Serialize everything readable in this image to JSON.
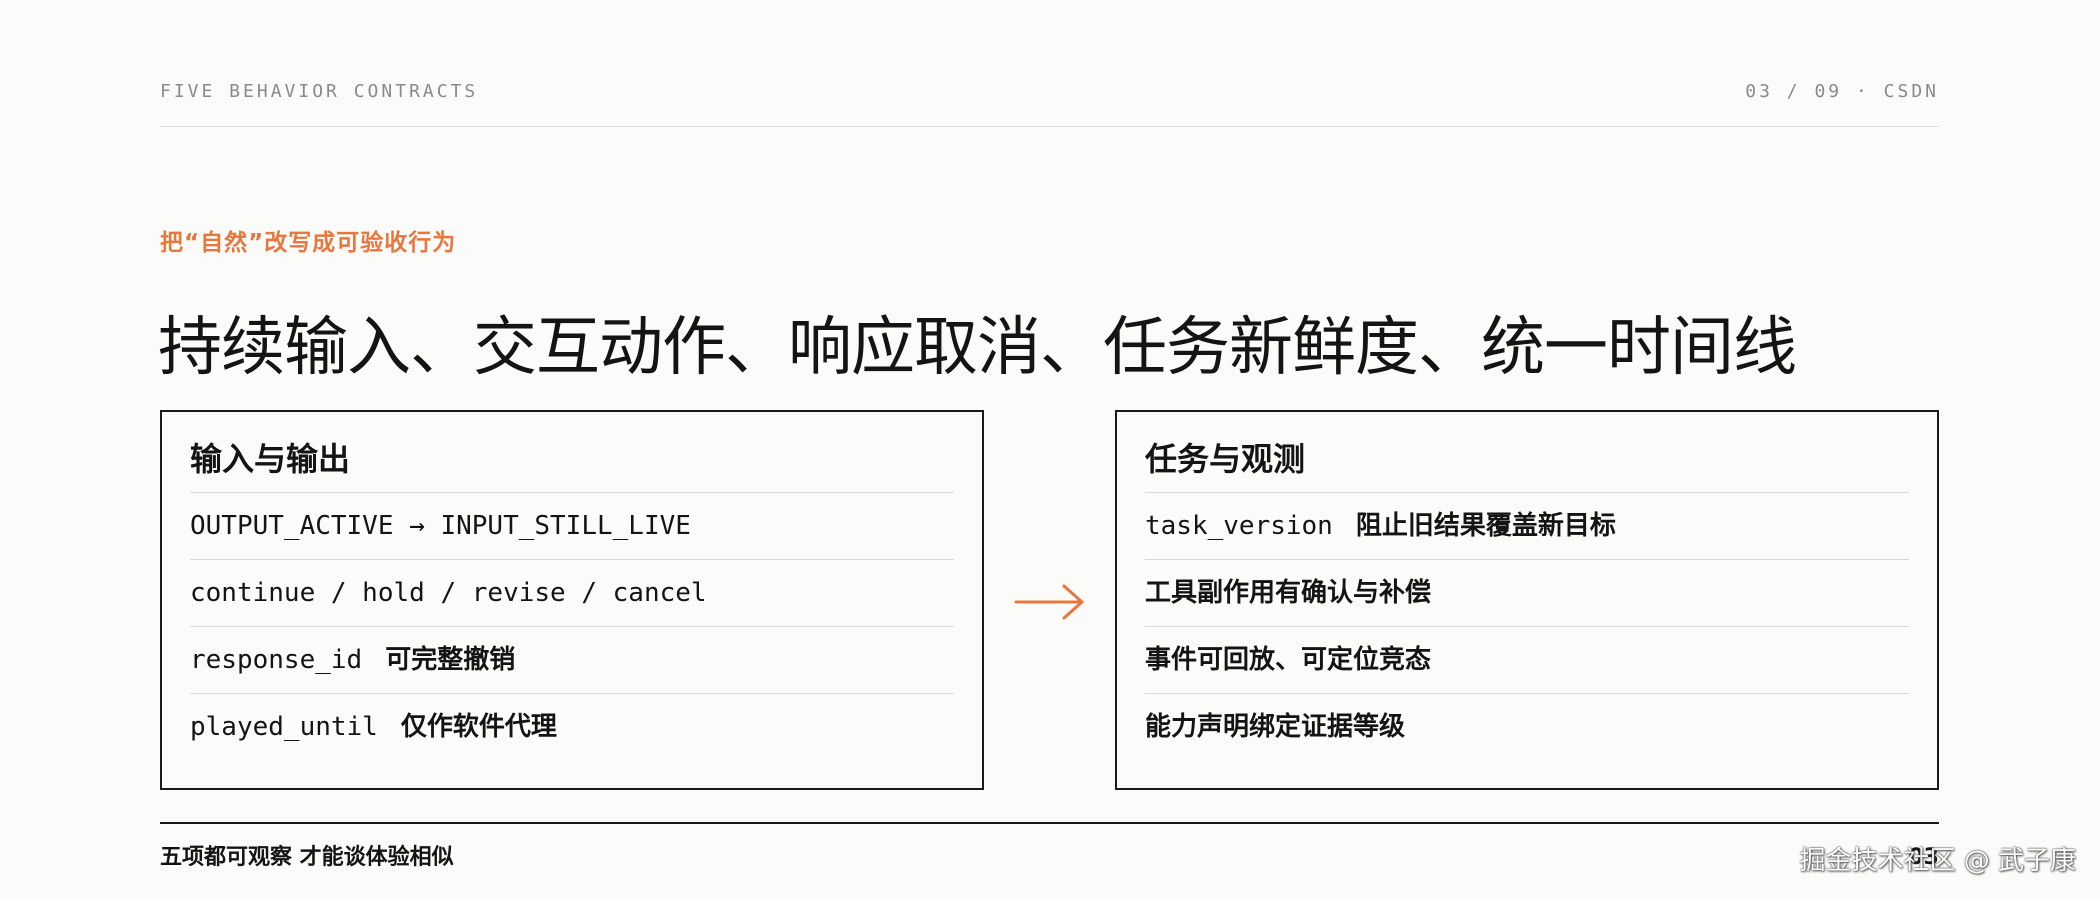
{
  "header": {
    "left_label": "FIVE BEHAVIOR CONTRACTS",
    "right_label": "03 / 09 · CSDN"
  },
  "eyebrow": "把“自然”改写成可验收行为",
  "headline": "持续输入、交互动作、响应取消、任务新鲜度、统一时间线",
  "left_panel": {
    "title": "输入与输出",
    "rows": [
      {
        "code": "OUTPUT_ACTIVE → INPUT_STILL_LIVE",
        "text": ""
      },
      {
        "code": "continue / hold / revise / cancel",
        "text": ""
      },
      {
        "code": "response_id",
        "text": "可完整撤销"
      },
      {
        "code": "played_until",
        "text": "仅作软件代理"
      }
    ]
  },
  "right_panel": {
    "title": "任务与观测",
    "rows": [
      {
        "code": "task_version",
        "text": "阻止旧结果覆盖新目标"
      },
      {
        "code": "",
        "text": "工具副作用有确认与补偿"
      },
      {
        "code": "",
        "text": "事件可回放、可定位竞态"
      },
      {
        "code": "",
        "text": "能力声明绑定证据等级"
      }
    ]
  },
  "connector": {
    "icon": "arrow-right-icon",
    "color": "#e8773f"
  },
  "footer": {
    "left_text": "五项都可观察  才能谈体验相似",
    "page_number": "03"
  },
  "watermark": "掘金技术社区 @ 武子康",
  "colors": {
    "accent": "#e8773f",
    "text": "#141414",
    "muted": "#8a8a86",
    "background": "#fbfbf9"
  }
}
